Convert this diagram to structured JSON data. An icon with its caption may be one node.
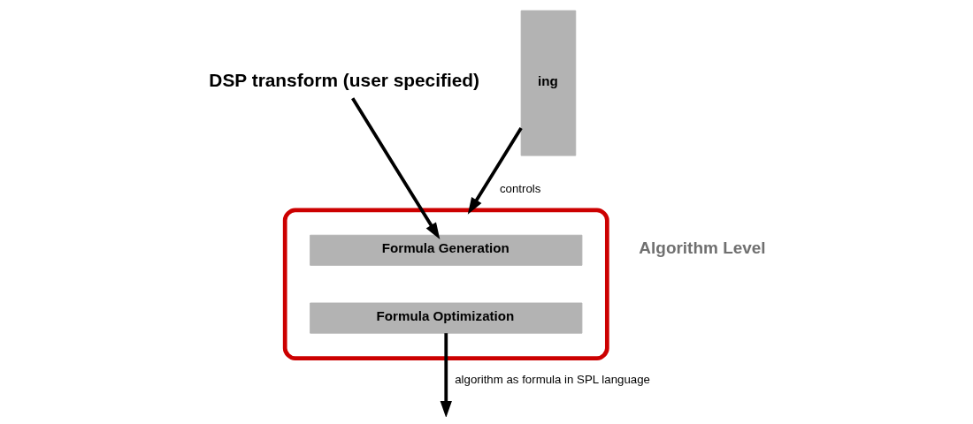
{
  "diagram": {
    "nodes": [
      {
        "text": [
          "DSP transform (user specified)"
        ]
      },
      {
        "text": [],
        "shape": "ellipse"
      },
      {
        "text": [
          "Formula Generation"
        ],
        "in": 1
      },
      {
        "text": [
          "Formula Optimization"
        ],
        "in": 1
      },
      {
        "text": [
          "ing"
        ]
      }
    ],
    "edges": [
      {
        "from": 0,
        "to": 2,
        "arrow": "to"
      },
      {
        "from": 4,
        "to": 1,
        "arrow": "to",
        "label": "controls"
      },
      {
        "from": 3,
        "to": null,
        "arrow": "to",
        "label": "algorithm as formula in SPL language"
      }
    ],
    "labels": [
      "Algorithm Level"
    ]
  }
}
